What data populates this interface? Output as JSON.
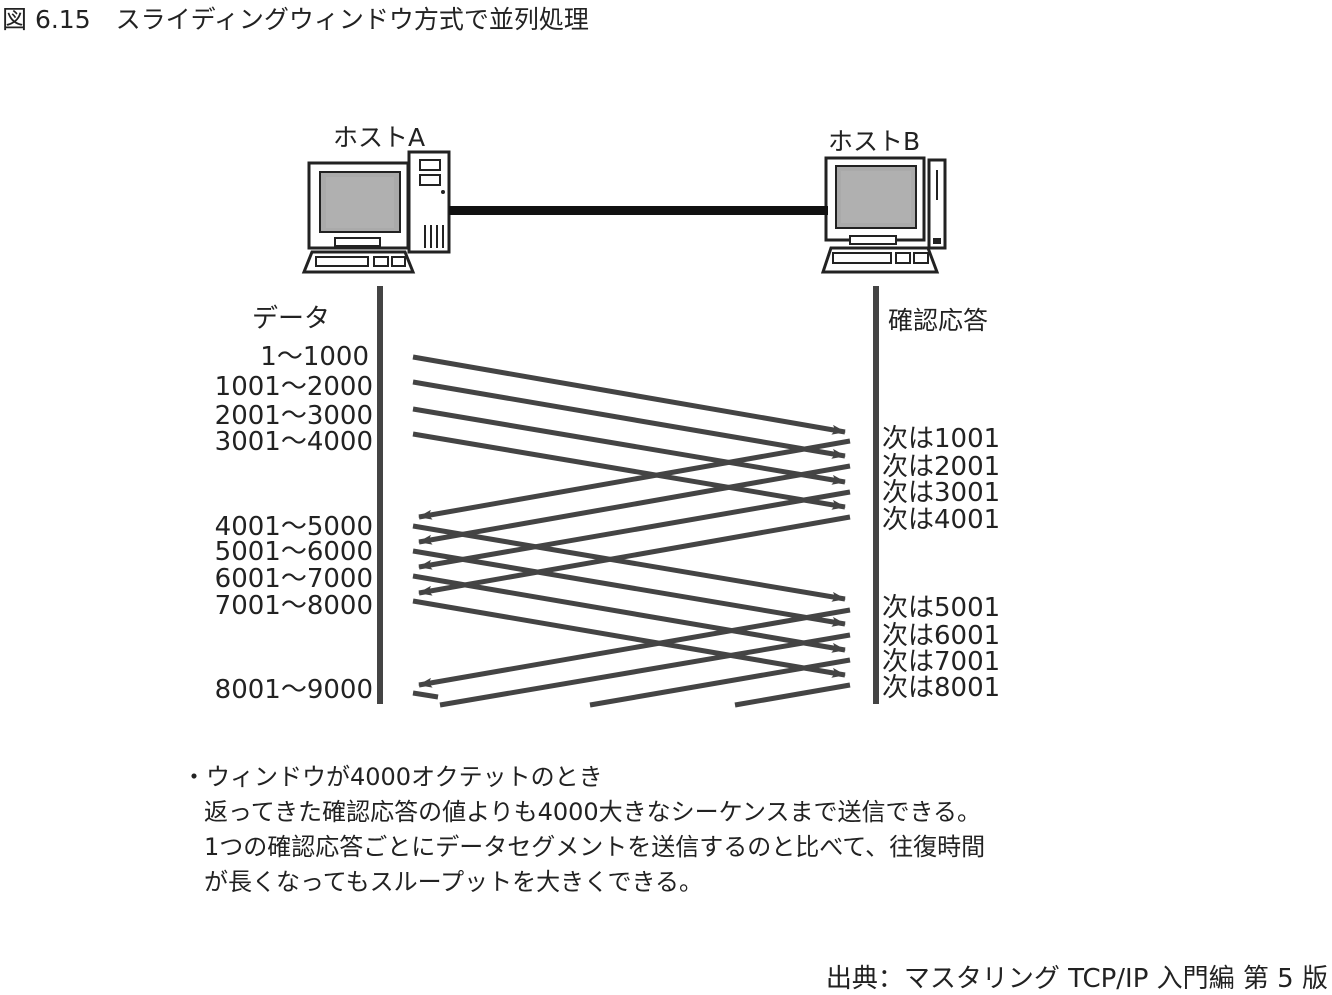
{
  "title": "図 6.15　スライディングウィンドウ方式で並列処理",
  "host_a": {
    "label": "ホストA"
  },
  "host_b": {
    "label": "ホストB"
  },
  "data_header": "データ",
  "ack_header": "確認応答",
  "segments": [
    "1〜1000",
    "1001〜2000",
    "2001〜3000",
    "3001〜4000",
    "4001〜5000",
    "5001〜6000",
    "6001〜7000",
    "7001〜8000",
    "8001〜9000"
  ],
  "acks": [
    "次は1001",
    "次は2001",
    "次は3001",
    "次は4001",
    "次は5001",
    "次は6001",
    "次は7001",
    "次は8001"
  ],
  "note": {
    "bullet": "・ウィンドウが4000オクテットのとき",
    "line1": "返ってきた確認応答の値よりも4000大きなシーケンスまで送信できる。",
    "line2": "1つの確認応答ごとにデータセグメントを送信するのと比べて、往復時間",
    "line3": "が長くなってもスループットを大きくできる。"
  },
  "source": "出典：マスタリング TCP/IP 入門編 第 5 版",
  "colors": {
    "line": "#333333",
    "arrow": "#444444",
    "screen": "#b0b0b0"
  }
}
